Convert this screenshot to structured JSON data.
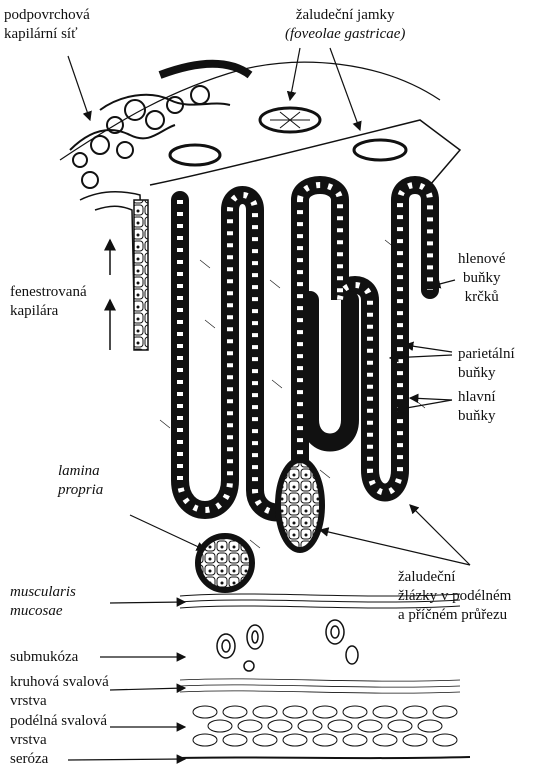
{
  "labels": {
    "subsurface_network": [
      "podpovrchová",
      "kapilární síť"
    ],
    "gastric_pits": [
      "žaludeční jamky",
      "(foveolae gastricae)"
    ],
    "mucous_neck_cells": [
      "hlenové",
      "buňky",
      "krčků"
    ],
    "fenestrated_capillary": [
      "fenestrovaná",
      "kapilára"
    ],
    "parietal_cells": [
      "parietální",
      "buňky"
    ],
    "chief_cells": [
      "hlavní",
      "buňky"
    ],
    "lamina_propria": [
      "lamina",
      "propria"
    ],
    "gastric_glands": [
      "žaludeční",
      "žlázky v podélném",
      "a příčném průřezu"
    ],
    "muscularis_mucosae": [
      "muscularis",
      "mucosae"
    ],
    "submucosa": "submukóza",
    "circular_muscle": [
      "kruhová svalová",
      "vrstva"
    ],
    "longitudinal_muscle": [
      "podélná svalová",
      "vrstva"
    ],
    "serosa": "seróza"
  },
  "colors": {
    "ink": "#111111",
    "paper": "#ffffff"
  }
}
